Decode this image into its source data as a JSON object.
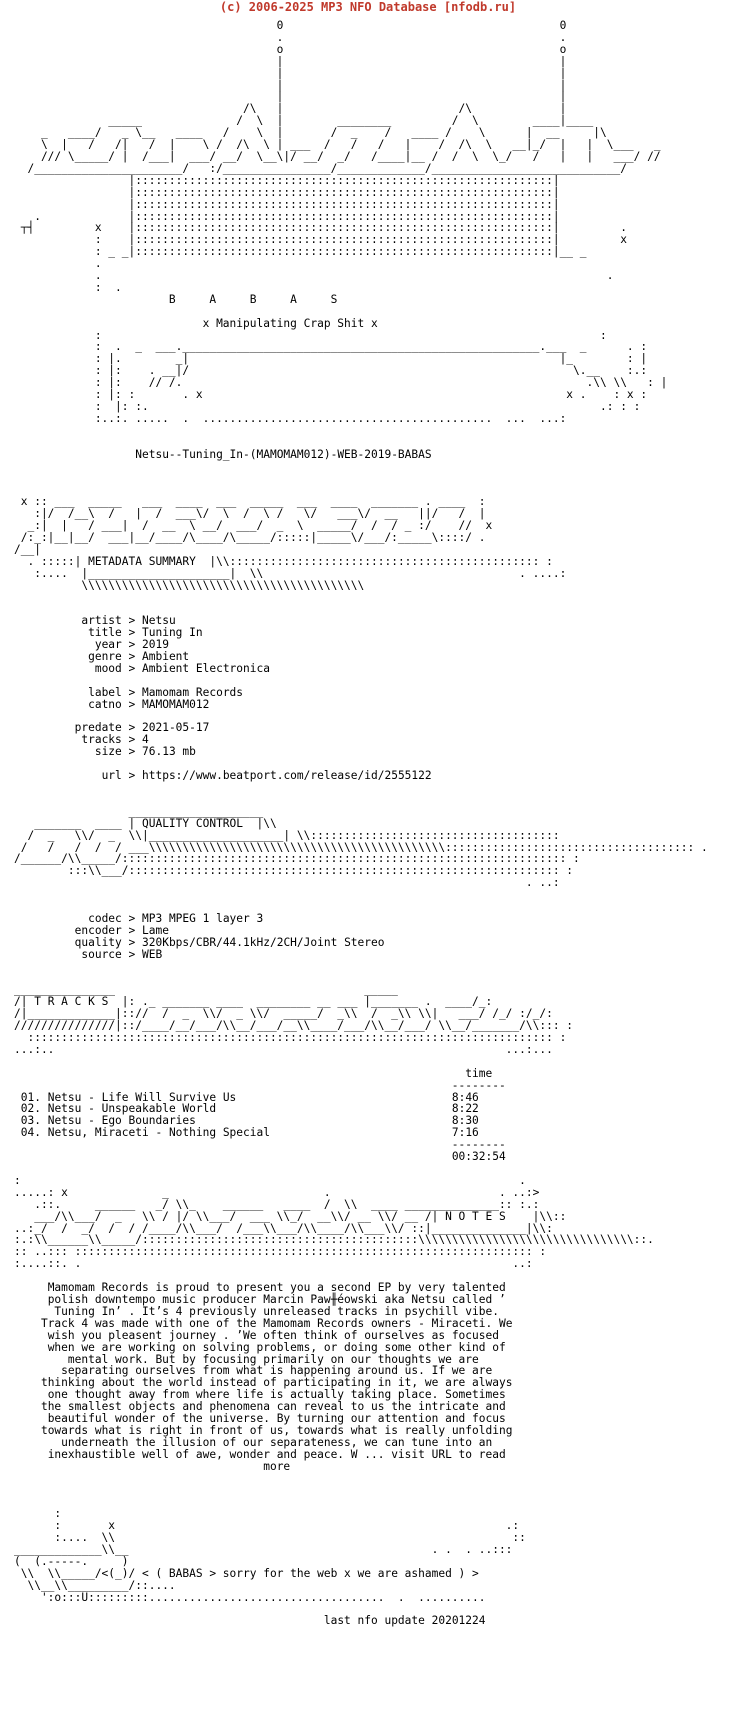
{
  "header": "(c) 2006-2025 MP3 NFO Database [nfodb.ru]",
  "art_top": "                                       0                                         0\n                                       .                                         .\n                                       o                                         o\n                                       |                                         |\n                                       |                                         |\n                                       |                                         |\n                                       |                                         |\n                                  /\\   |                          /\\             |\n              _____              /  \\  |        ________         /  \\        ____|____\n    _   ____/   _ \\__   ____   /    \\  |       /  _    /   ____ /    \\      |  __     |\\\n    \\  |   /   /|   /  |    \\ /  /\\  \\ | ___  /   /   /   |    /  /\\  \\   __|_/  |   |  \\___   _\n    /// \\_____/ |  /___|  ___/ __/  \\__\\|/ __/  _/   /____|__ /  /  \\  \\_/   /   |   |   ___/ //\n  /______________________/   :/________________/_____________/____________________________/\n                 |::::::::::::::::::::::::::::::::::::::::::::::::::::::::::::::|\n                 |::::::::::::::::::::::::::::::::::::::::::::::::::::::::::::::|\n                 |::::::::::::::::::::::::::::::::::::::::::::::::::::::::::::::|\n   .             |::::::::::::::::::::::::::::::::::::::::::::::::::::::::::::::|\n ┬┤         x    |::::::::::::::::::::::::::::::::::::::::::::::::::::::::::::::|         .\n            :    |::::::::::::::::::::::::::::::::::::::::::::::::::::::::::::::|         x\n            : _ _|::::::::::::::::::::::::::::::::::::::::::::::::::::::::::::::|__ _\n            .\n            .                                                                           .\n            :  .",
  "group_letters": "B     A     B     A     S",
  "art_mid": "            :                                                                          :\n            :  .  _  ___._____________________________________________________.___  _      . :\n            : |.        _|                                                       |_        : |\n            : |:    . __|/                                                         \\.__    :.:\n            : |:    // /.                                                            .\\\\ \\\\   : |\n            : |: :       . x                                                      x .    : x :\n            :  |: :.                                                                   .: : :\n            :..:. .....  .  ...........................................  ...  ...:",
  "tagline": "x Manipulating Crap Shit x",
  "release_name": "Netsu--Tuning_In-(MAMOMAM012)-WEB-2019-BABAS",
  "art_metadata": " x :: ___  _____   ___  ____  ___  _____  ___  ____  _______ . ____  :\n   :|/  /__\\  /   |  /  ___\\/  \\  /  \\ /   \\/   ___\\/  __   ||/   /  |\n  _:|  |   / ___|  /  __  \\ __/  ___/  _  \\  _____/  /  / _ :/    //  x\n /:_:|__|__/  ___|__/____/\\____/\\_____/:::::|_____\\/___/:_____\\::::/ .\n/__|",
  "metadata": {
    "title": "METADATA SUMMARY",
    "rows": [
      {
        "key": "artist",
        "value": "Netsu"
      },
      {
        "key": "title",
        "value": "Tuning In"
      },
      {
        "key": "year",
        "value": "2019"
      },
      {
        "key": "genre",
        "value": "Ambient"
      },
      {
        "key": "mood",
        "value": "Ambient Electronica"
      },
      {
        "key": "",
        "value": ""
      },
      {
        "key": "label",
        "value": "Mamomam Records"
      },
      {
        "key": "catno",
        "value": "MAMOMAM012"
      },
      {
        "key": "",
        "value": ""
      },
      {
        "key": "predate",
        "value": "2021-05-17"
      },
      {
        "key": "tracks",
        "value": "4"
      },
      {
        "key": "size",
        "value": "76.13 mb"
      },
      {
        "key": "",
        "value": ""
      },
      {
        "key": "url",
        "value": "https://www.beatport.com/release/id/2555122"
      }
    ]
  },
  "quality": {
    "title": "QUALITY CONTROL",
    "rows": [
      {
        "key": "codec",
        "value": "MP3 MPEG 1 layer 3"
      },
      {
        "key": "encoder",
        "value": "Lame"
      },
      {
        "key": "quality",
        "value": "320Kbps/CBR/44.1kHz/2CH/Joint Stereo"
      },
      {
        "key": "source",
        "value": "WEB"
      }
    ]
  },
  "tracks": {
    "title": "T R A C K S",
    "time_header": "time",
    "list": [
      {
        "num": "01.",
        "name": "Netsu - Life Will Survive Us",
        "time": "8:46"
      },
      {
        "num": "02.",
        "name": "Netsu - Unspeakable World",
        "time": "8:22"
      },
      {
        "num": "03.",
        "name": "Netsu - Ego Boundaries",
        "time": "8:30"
      },
      {
        "num": "04.",
        "name": "Netsu, Miraceti - Nothing Special",
        "time": "7:16"
      }
    ],
    "total": "00:32:54"
  },
  "notes": {
    "title": "N O T E S",
    "lines": [
      "Mamomam Records is proud to present you a second EP by very talented",
      "polish downtempo music producer Marcin Paw╫éowski aka Netsu called ’",
      "Tuning In’ . It’s 4 previously unreleased tracks in psychill vibe.",
      "Track 4 was made with one of the Mamomam Records owners - Miraceti. We",
      "wish you pleasent journey . ’We often think of ourselves as focused",
      "when we are working on solving problems, or doing some other kind of",
      "mental work. But by focusing primarily on our thoughts we are",
      "separating ourselves from what is happening around us. If we are",
      "thinking about the world instead of participating in it, we are always",
      "one thought away from where life is actually taking place. Sometimes",
      "the smallest objects and phenomena can reveal to us the intricate and",
      "beautiful wonder of the universe. By turning our attention and focus",
      "towards what is right in front of us, towards what is really unfolding",
      "underneath the illusion of our separateness, we can tune into an",
      "inexhaustible well of awe, wonder and peace. W ... visit URL to read",
      "more"
    ]
  },
  "footer": {
    "message": "< ( BABAS > sorry for the web x we are ashamed ) >",
    "last_update": "last nfo update 20201224"
  }
}
